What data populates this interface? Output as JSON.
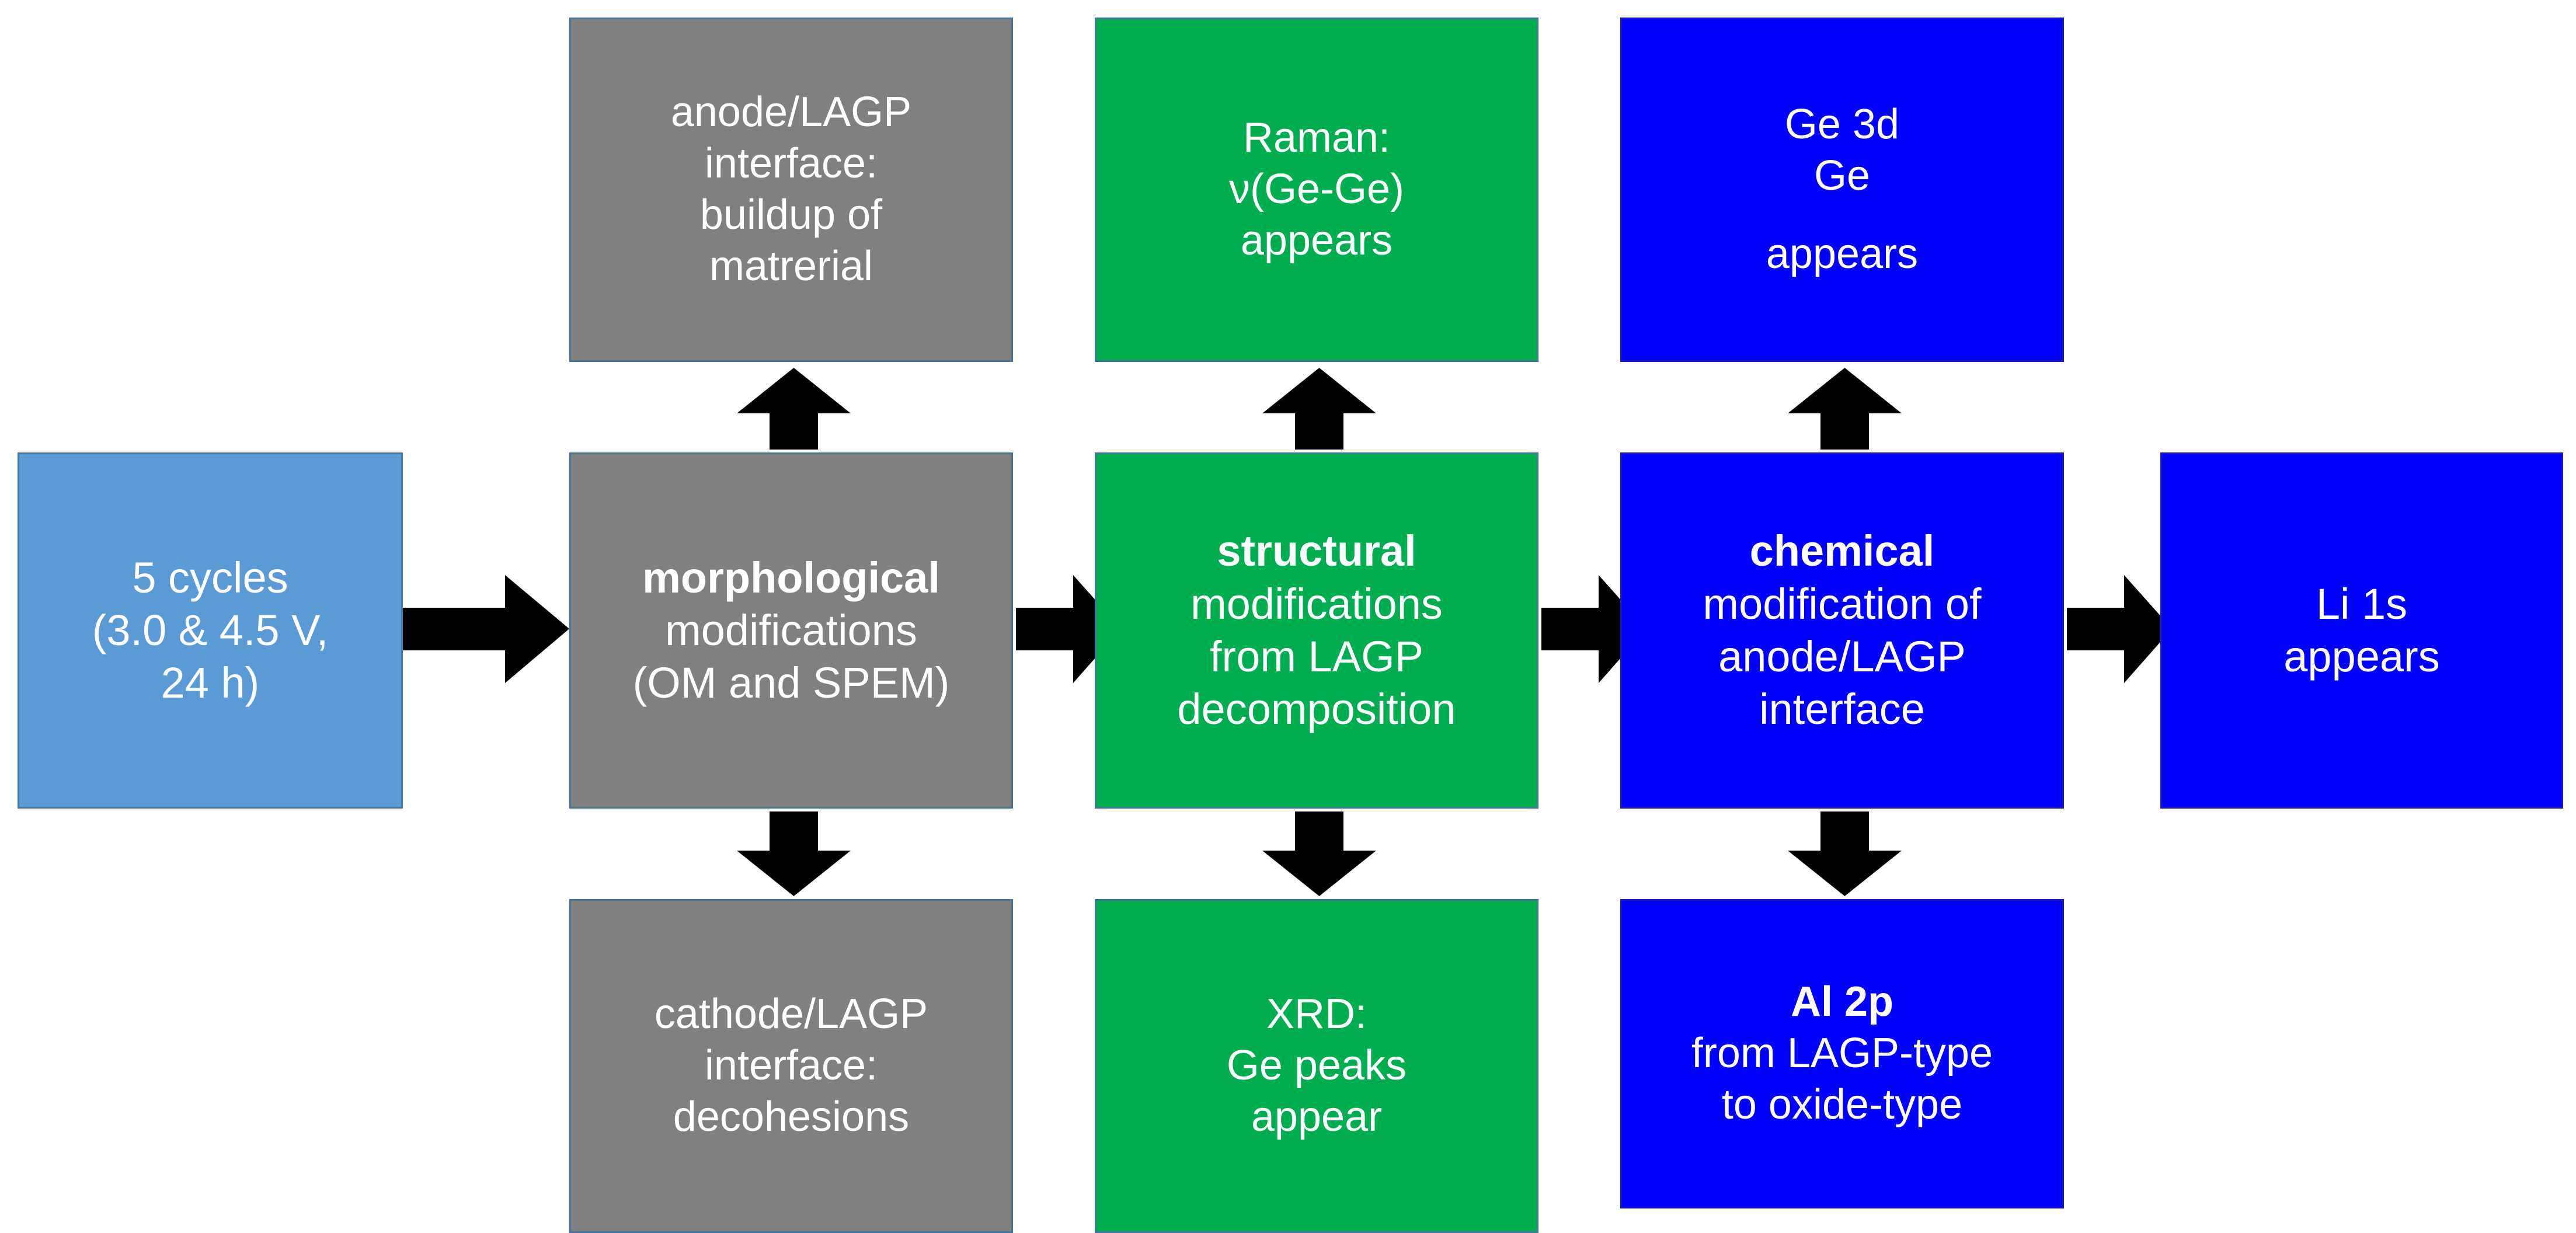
{
  "diagram": {
    "title": "LAGP solid-state battery degradation flowchart",
    "colors": {
      "start": "#5B9BD5",
      "morphological": "#808080",
      "structural": "#00AE50",
      "chemical": "#0000FF",
      "arrow": "#000000",
      "background": "#FFFFFF",
      "text": "#FFFFFF"
    },
    "nodes": {
      "start": {
        "id": "start-node",
        "color_key": "start",
        "lines": [
          "5 cycles",
          "(3.0 & 4.5 V,",
          "24 h)"
        ]
      },
      "morphological_top": {
        "id": "anode-lagp-interface-node",
        "color_key": "morphological",
        "lines": [
          "anode/LAGP",
          "interface:",
          "buildup of",
          "matrerial"
        ]
      },
      "morphological_main": {
        "id": "morphological-modifications-node",
        "color_key": "morphological",
        "lines": [
          "morphological",
          "modifications",
          "(OM and SPEM)"
        ],
        "bold_lines": [
          0
        ]
      },
      "morphological_bottom": {
        "id": "cathode-lagp-interface-node",
        "color_key": "morphological",
        "lines": [
          "cathode/LAGP",
          "interface:",
          "decohesions"
        ]
      },
      "structural_top": {
        "id": "raman-node",
        "color_key": "structural",
        "lines": [
          "Raman:",
          "ν(Ge-Ge)",
          "appears"
        ]
      },
      "structural_main": {
        "id": "structural-modifications-node",
        "color_key": "structural",
        "lines": [
          "structural",
          "modifications",
          "from LAGP",
          "decomposition"
        ],
        "bold_lines": [
          0
        ]
      },
      "structural_bottom": {
        "id": "xrd-node",
        "color_key": "structural",
        "lines": [
          "XRD:",
          "Ge peaks",
          "appear"
        ]
      },
      "chemical_top": {
        "id": "ge-3d-node",
        "color_key": "chemical",
        "lines": [
          "Ge 3d",
          "Ge",
          "appears"
        ]
      },
      "chemical_main": {
        "id": "chemical-modification-node",
        "color_key": "chemical",
        "lines": [
          "chemical",
          "modification of",
          "anode/LAGP",
          "interface"
        ],
        "bold_lines": [
          0
        ]
      },
      "chemical_bottom": {
        "id": "al-2p-node",
        "color_key": "chemical",
        "lines": [
          "Al 2p",
          "from LAGP-type",
          "to oxide-type"
        ]
      },
      "end": {
        "id": "li-1s-node",
        "color_key": "chemical",
        "lines": [
          "Li 1s",
          "appears"
        ]
      }
    },
    "arrows": [
      {
        "id": "arrow-start-to-morphological",
        "direction": "right",
        "icon": "arrow-right-icon"
      },
      {
        "id": "arrow-morphological-to-anode",
        "direction": "up",
        "icon": "arrow-up-icon"
      },
      {
        "id": "arrow-morphological-to-cathode",
        "direction": "down",
        "icon": "arrow-down-icon"
      },
      {
        "id": "arrow-morphological-to-structural",
        "direction": "right",
        "icon": "arrow-right-icon"
      },
      {
        "id": "arrow-structural-to-raman",
        "direction": "up",
        "icon": "arrow-up-icon"
      },
      {
        "id": "arrow-structural-to-xrd",
        "direction": "down",
        "icon": "arrow-down-icon"
      },
      {
        "id": "arrow-structural-to-chemical",
        "direction": "right",
        "icon": "arrow-right-icon"
      },
      {
        "id": "arrow-chemical-to-ge3d",
        "direction": "up",
        "icon": "arrow-up-icon"
      },
      {
        "id": "arrow-chemical-to-al2p",
        "direction": "down",
        "icon": "arrow-down-icon"
      },
      {
        "id": "arrow-chemical-to-li1s",
        "direction": "right",
        "icon": "arrow-right-icon"
      }
    ]
  }
}
